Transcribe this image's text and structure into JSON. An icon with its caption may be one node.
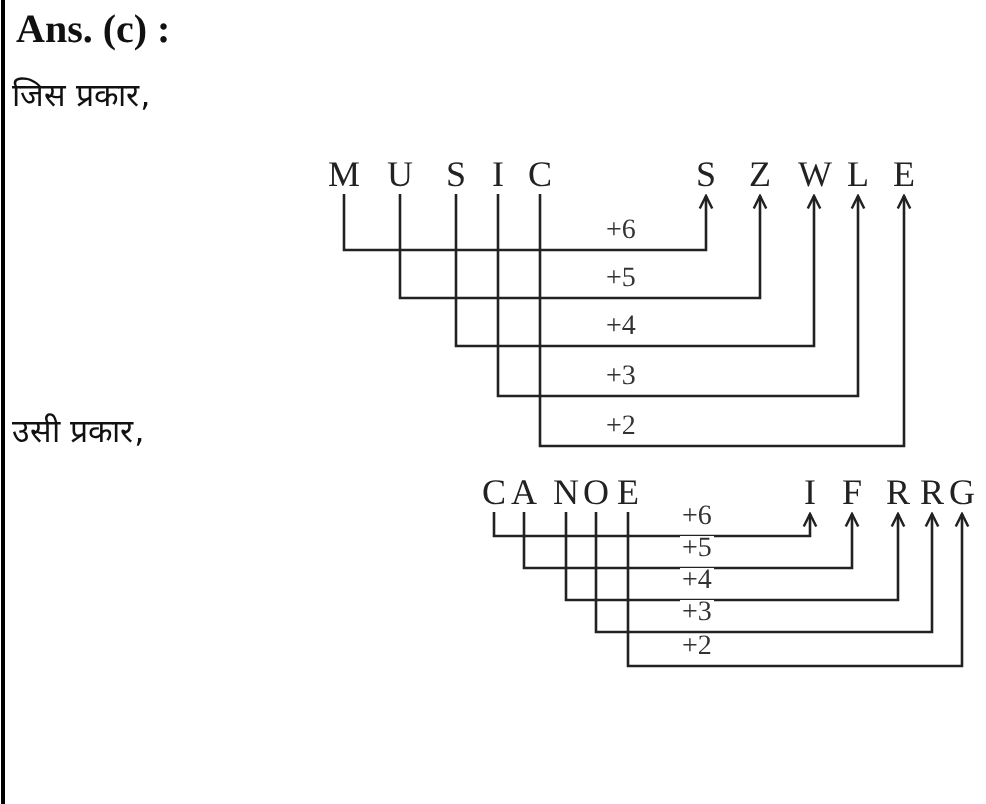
{
  "diagram": {
    "nodes": [
      {
        "text": [
          "M"
        ]
      },
      {
        "text": [
          "U"
        ]
      },
      {
        "text": [
          "S"
        ]
      },
      {
        "text": [
          "I"
        ]
      },
      {
        "text": [
          "C"
        ]
      },
      {
        "text": [
          "S"
        ]
      },
      {
        "text": [
          "Z"
        ]
      },
      {
        "text": [
          "W"
        ]
      },
      {
        "text": [
          "L"
        ]
      },
      {
        "text": [
          "E"
        ]
      },
      {
        "text": [
          "C"
        ]
      },
      {
        "text": [
          "A"
        ]
      },
      {
        "text": [
          "N"
        ]
      },
      {
        "text": [
          "O"
        ]
      },
      {
        "text": [
          "E"
        ]
      },
      {
        "text": [
          "I"
        ]
      },
      {
        "text": [
          "F"
        ]
      },
      {
        "text": [
          "R"
        ]
      },
      {
        "text": [
          "R"
        ]
      },
      {
        "text": [
          "G"
        ]
      }
    ],
    "edges": [
      {
        "from": 0,
        "to": 5,
        "arrow": "to",
        "label": "+6"
      },
      {
        "from": 1,
        "to": 6,
        "arrow": "to",
        "label": "+5"
      },
      {
        "from": 2,
        "to": 7,
        "arrow": "to",
        "label": "+4"
      },
      {
        "from": 3,
        "to": 8,
        "arrow": "to",
        "label": "+3"
      },
      {
        "from": 4,
        "to": 9,
        "arrow": "to",
        "label": "+2"
      },
      {
        "from": 10,
        "to": 15,
        "arrow": "to",
        "label": "+6"
      },
      {
        "from": 11,
        "to": 16,
        "arrow": "to",
        "label": "+5"
      },
      {
        "from": 12,
        "to": 17,
        "arrow": "to",
        "label": "+4"
      },
      {
        "from": 13,
        "to": 18,
        "arrow": "to",
        "label": "+3"
      },
      {
        "from": 14,
        "to": 19,
        "arrow": "to",
        "label": "+2"
      }
    ],
    "labels": [
      "Ans. (c) :",
      "जिस प्रकार,",
      "उसी प्रकार,"
    ]
  }
}
